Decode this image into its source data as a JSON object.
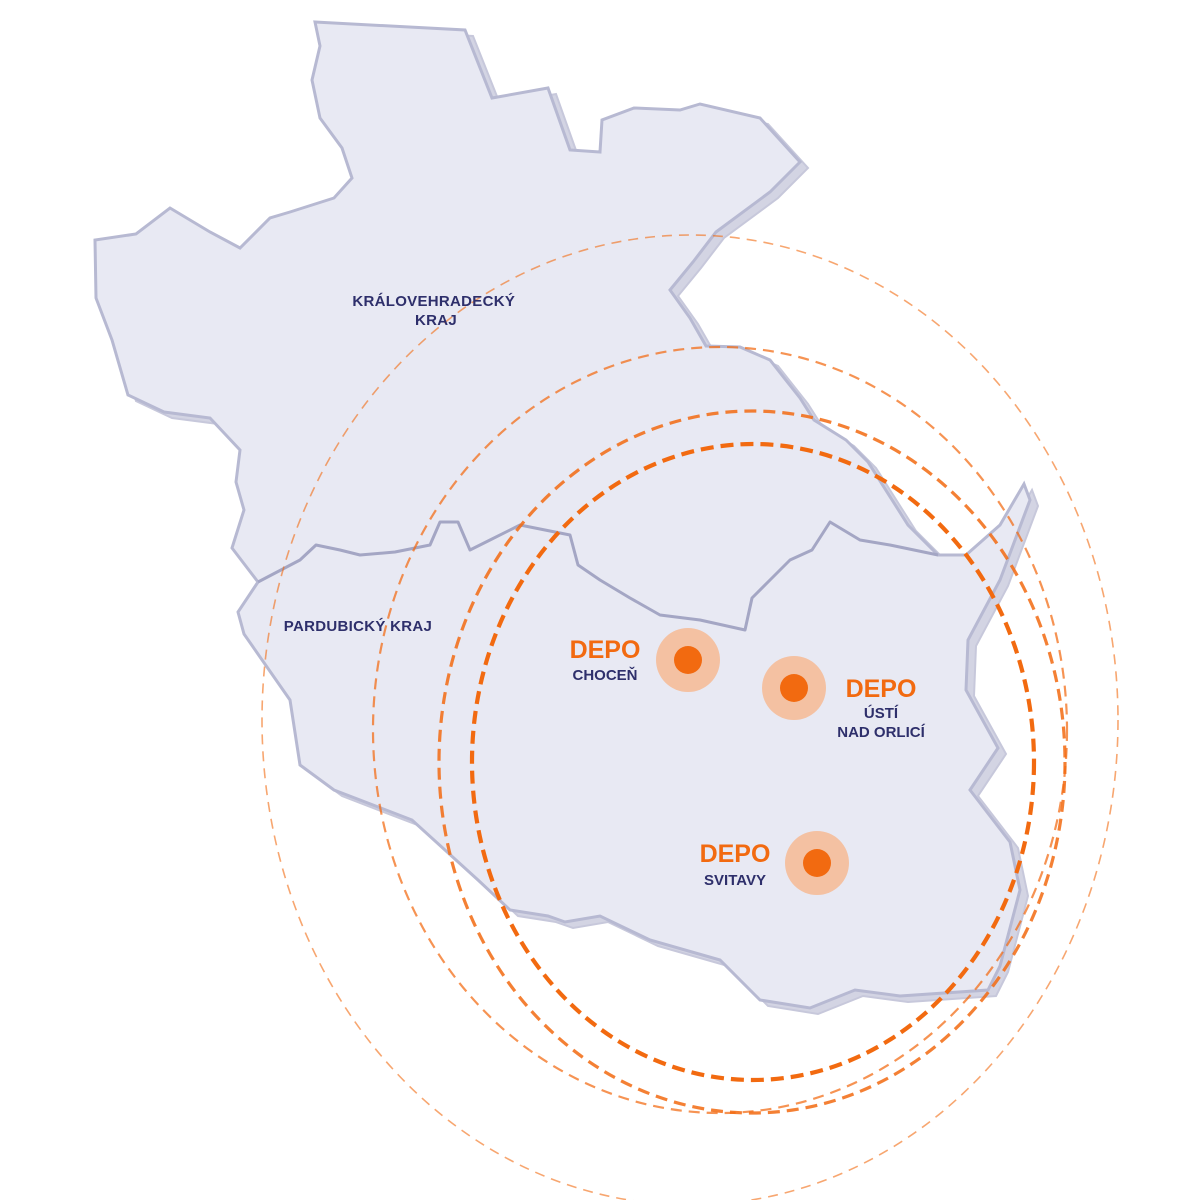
{
  "regions": {
    "kralovehradecky": {
      "line1": "KRÁLOVEHRADECKÝ",
      "line2": "KRAJ"
    },
    "pardubicky": {
      "label": "PARDUBICKÝ KRAJ"
    }
  },
  "depots": [
    {
      "title": "DEPO",
      "city_line1": "CHOCEŇ",
      "city_line2": ""
    },
    {
      "title": "DEPO",
      "city_line1": "ÚSTÍ",
      "city_line2": "NAD ORLICÍ"
    },
    {
      "title": "DEPO",
      "city_line1": "SVITAVY",
      "city_line2": ""
    }
  ],
  "colors": {
    "accent": "#f26a10",
    "accent_light": "#f4c1a2",
    "region_fill": "#e8e9f3",
    "region_shadow": "#d3d4e3",
    "border_line": "#a4a6c4",
    "label_text": "#2e2f6b"
  }
}
